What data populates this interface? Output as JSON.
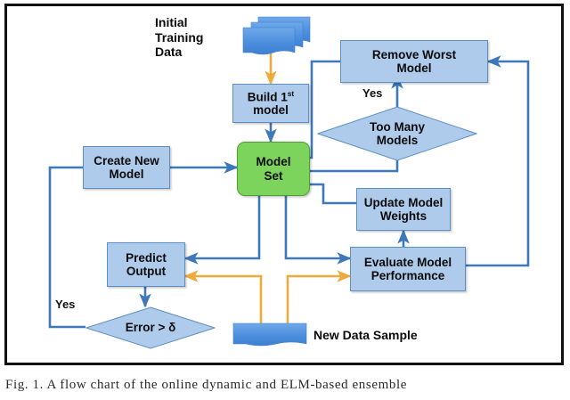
{
  "figure": {
    "caption": "Fig. 1.  A flow chart of the online dynamic and ELM-based ensemble"
  },
  "colors": {
    "box_fill": "#AECBEB",
    "box_border": "#5E8FC4",
    "highlight_fill": "#7DD45C",
    "highlight_border": "#4F9E33",
    "arrow_blue": "#3E78B8",
    "arrow_orange": "#F0A93C",
    "frame": "#111111",
    "text": "#0B0B0B"
  },
  "nodes": {
    "initial_training_data": {
      "label_line1": "Initial",
      "label_line2": "Training",
      "label_line3": "Data",
      "icon": "data-stack-icon"
    },
    "build_first_model": {
      "label_line1_prefix": "Build 1",
      "label_line1_sup": "st",
      "label_line2": "model"
    },
    "create_new_model": {
      "label_line1": "Create New",
      "label_line2": "Model"
    },
    "model_set": {
      "label_line1": "Model",
      "label_line2": "Set"
    },
    "remove_worst_model": {
      "label_line1": "Remove Worst",
      "label_line2": "Model"
    },
    "too_many_models": {
      "label_line1": "Too Many",
      "label_line2": "Models"
    },
    "update_model_weights": {
      "label_line1": "Update Model",
      "label_line2": "Weights"
    },
    "evaluate_model_performance": {
      "label_line1": "Evaluate Model",
      "label_line2": "Performance"
    },
    "predict_output": {
      "label_line1": "Predict",
      "label_line2": "Output"
    },
    "error_threshold": {
      "label": "Error > δ"
    },
    "new_data_sample": {
      "label": "New Data Sample",
      "icon": "data-single-icon"
    }
  },
  "edge_labels": {
    "too_many_models_yes": "Yes",
    "error_threshold_yes": "Yes"
  }
}
